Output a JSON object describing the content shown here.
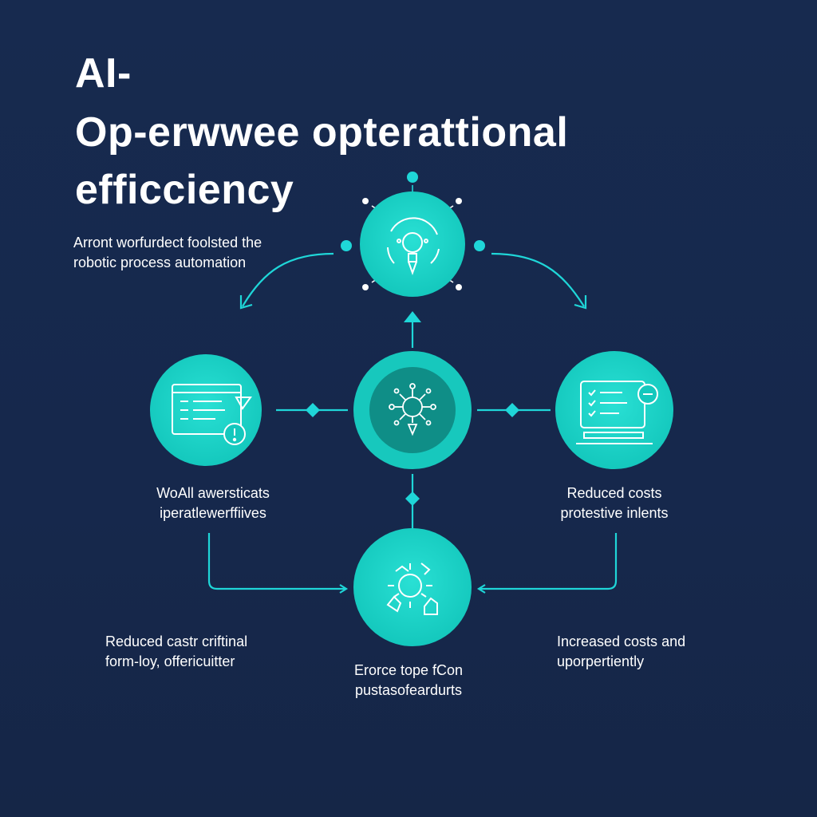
{
  "title": {
    "line1": "AI-",
    "line2": "Op-erwwee  opterattional",
    "line3": "efficciency"
  },
  "captions": {
    "top_left": {
      "line1": "Arront worfurdect foolsted the",
      "line2": "robotic process automation"
    },
    "mid_left": {
      "line1": "WoAll awersticats",
      "line2": "iperatlewerffiives"
    },
    "mid_right": {
      "line1": "Reduced costs",
      "line2": "protestive inlents"
    },
    "bottom_left": {
      "line1": "Reduced castr criftinal",
      "line2": "form-loy, offericuitter"
    },
    "bottom_center": {
      "line1": "Erorce tope fCon",
      "line2": "pustasofeardurts"
    },
    "bottom_right": {
      "line1": "Increased costs and",
      "line2": "uporpertiently"
    }
  },
  "nodes": [
    {
      "id": "top",
      "icon": "magnifier-circuit-icon"
    },
    {
      "id": "left",
      "icon": "document-alert-icon"
    },
    {
      "id": "center",
      "icon": "ai-network-icon"
    },
    {
      "id": "right",
      "icon": "computer-checklist-icon"
    },
    {
      "id": "bottom",
      "icon": "gear-cycle-icon"
    }
  ],
  "colors": {
    "background": "#172a4f",
    "node_fill": "#17d3c6",
    "node_center": "#0f8e87",
    "connector": "#1fd6d8",
    "icon_stroke": "#ffffff",
    "text": "#ffffff"
  }
}
